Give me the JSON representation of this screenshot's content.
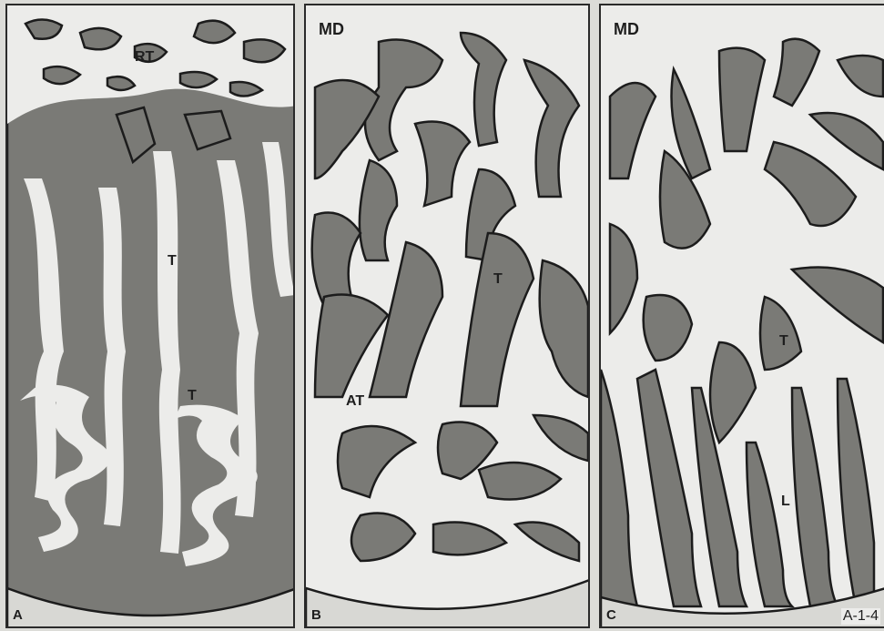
{
  "figure": {
    "panels": [
      {
        "id": "A",
        "corner_label": "A",
        "labels": [
          "RT",
          "T",
          "T"
        ]
      },
      {
        "id": "B",
        "corner_label": "B",
        "labels": [
          "MD",
          "AT",
          "T"
        ]
      },
      {
        "id": "C",
        "corner_label": "C",
        "labels": [
          "MD",
          "T",
          "L"
        ]
      }
    ],
    "figure_code": "A-1-4"
  }
}
